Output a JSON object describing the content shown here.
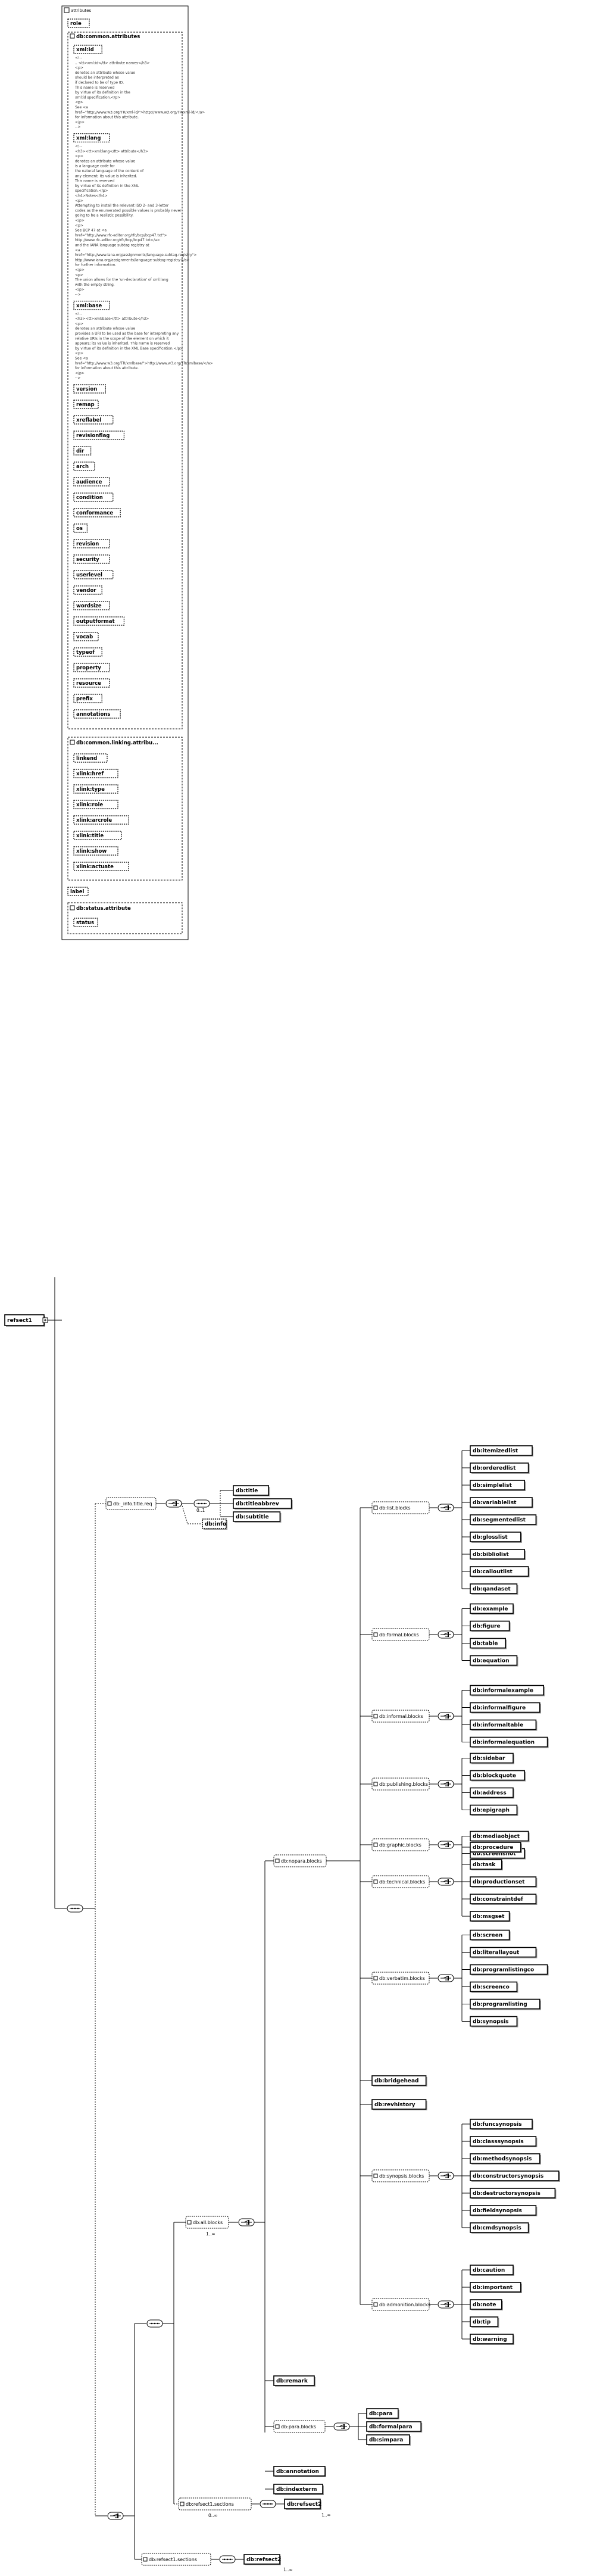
{
  "root_element": "refsect1",
  "attributes_label": "attributes",
  "attr_top": [
    "role"
  ],
  "common_group": {
    "title": "db:common.attributes",
    "items": [
      {
        "name": "xml:id",
        "anno": [
          "<!-- ",
          ".. <tt>xml:id</tt> attribute names</h3>",
          "<p>",
          "denotes an attribute whose value",
          "should be interpreted as",
          "if declared to be of type ID.",
          "This name is reserved",
          "by virtue of its definition in the",
          "xml:id specification.</p>",
          "<p>",
          "See <a",
          "href=\"http://www.w3.org/TR/xml-id/\">http://www.w3.org/TR/xml-id/</a>",
          "for information about this attribute.",
          "</p>",
          "-->"
        ]
      },
      {
        "name": "xml:lang",
        "anno": [
          "<!-- ",
          "<h3><tt>xml:lang</tt> attribute</h3>",
          "<p>",
          "denotes an attribute whose value",
          "is a language code for",
          "the natural language of the content of",
          "any element; its value is inherited.",
          "This name is reserved",
          "by virtue of its definition in the XML",
          "specification.</p>",
          "<h4>Notes</h4>",
          "<p>",
          "Attempting to install the relevant ISO 2- and 3-letter",
          "codes as the enumerated possible values is probably never",
          "going to be a realistic possibility.",
          "</p>",
          "<p>",
          "See BCP 47 at <a",
          "href=\"http://www.rfc-editor.org/rfc/bcp/bcp47.txt\">",
          "http://www.rfc-editor.org/rfc/bcp/bcp47.txt</a>",
          "and the IANA language subtag registry at",
          "<a",
          "href=\"http://www.iana.org/assignments/language-subtag-registry\">",
          "http://www.iana.org/assignments/language-subtag-registry</a>",
          "for further information.",
          "</p>",
          "<p>",
          "The union allows for the 'un-declaration' of xml:lang",
          "with the empty string.",
          "</p>",
          "-->"
        ]
      },
      {
        "name": "xml:base",
        "anno": [
          "<!-- ",
          "<h3><tt>xml:base</tt> attribute</h3>",
          "<p>",
          "denotes an attribute whose value",
          "provides a URI to be used as the base for interpreting any",
          "relative URIs in the scope of the element on which it",
          "appears; its value is inherited.  This name is reserved",
          "by virtue of its definition in the XML Base specification.</p>",
          "<p>",
          "See <a",
          "href=\"http://www.w3.org/TR/xmlbase/\">http://www.w3.org/TR/xmlbase/</a>",
          "for information about this attribute.",
          "</p>",
          "-->"
        ]
      },
      {
        "name": "version"
      },
      {
        "name": "remap"
      },
      {
        "name": "xreflabel"
      },
      {
        "name": "revisionflag"
      },
      {
        "name": "dir"
      },
      {
        "name": "arch"
      },
      {
        "name": "audience"
      },
      {
        "name": "condition"
      },
      {
        "name": "conformance"
      },
      {
        "name": "os"
      },
      {
        "name": "revision"
      },
      {
        "name": "security"
      },
      {
        "name": "userlevel"
      },
      {
        "name": "vendor"
      },
      {
        "name": "wordsize"
      },
      {
        "name": "outputformat"
      },
      {
        "name": "vocab"
      },
      {
        "name": "typeof"
      },
      {
        "name": "property"
      },
      {
        "name": "resource"
      },
      {
        "name": "prefix"
      },
      {
        "name": "annotations"
      }
    ]
  },
  "linking_group": {
    "title": "db:common.linking.attribu...",
    "items": [
      "linkend",
      "xlink:href",
      "xlink:type",
      "xlink:role",
      "xlink:arcrole",
      "xlink:title",
      "xlink:show",
      "xlink:actuate"
    ]
  },
  "attr_label": "label",
  "status_group": {
    "title": "db:status.attribute",
    "items": [
      "status"
    ]
  },
  "info": {
    "group": "db:_info.title.req",
    "occ": "0..1",
    "title_items": [
      "db:title",
      "db:titleabbrev",
      "db:subtitle"
    ],
    "info_item": "db:info"
  },
  "all_blocks": "db:all.blocks",
  "nopara": "db:nopara.blocks",
  "nopara_groups": [
    {
      "name": "db:list.blocks",
      "items": [
        "db:itemizedlist",
        "db:orderedlist",
        "db:simplelist",
        "db:variablelist",
        "db:segmentedlist",
        "db:glosslist",
        "db:bibliolist",
        "db:calloutlist",
        "db:qandaset"
      ]
    },
    {
      "name": "db:formal.blocks",
      "items": [
        "db:example",
        "db:figure",
        "db:table",
        "db:equation"
      ]
    },
    {
      "name": "db:informal.blocks",
      "items": [
        "db:informalexample",
        "db:informalfigure",
        "db:informaltable",
        "db:informalequation"
      ]
    },
    {
      "name": "db:publishing.blocks",
      "items": [
        "db:sidebar",
        "db:blockquote",
        "db:address",
        "db:epigraph"
      ]
    },
    {
      "name": "db:graphic.blocks",
      "items": [
        "db:mediaobject",
        "db:screenshot"
      ]
    },
    {
      "name": "db:technical.blocks",
      "items": [
        "db:procedure",
        "db:task",
        "db:productionset",
        "db:constraintdef",
        "db:msgset"
      ]
    },
    {
      "name": "db:verbatim.blocks",
      "items": [
        "db:screen",
        "db:literallayout",
        "db:programlistingco",
        "db:screenco",
        "db:programlisting",
        "db:synopsis"
      ]
    },
    {
      "name": "db:bridgehead",
      "items": [],
      "single": true
    },
    {
      "name": "db:revhistory",
      "items": [],
      "single": true
    },
    {
      "name": "db:synopsis.blocks",
      "items": [
        "db:funcsynopsis",
        "db:classsynopsis",
        "db:methodsynopsis",
        "db:constructorsynopsis",
        "db:destructorsynopsis",
        "db:fieldsynopsis",
        "db:cmdsynopsis"
      ]
    },
    {
      "name": "db:admonition.blocks",
      "items": [
        "db:caution",
        "db:important",
        "db:note",
        "db:tip",
        "db:warning"
      ]
    }
  ],
  "remark": "db:remark",
  "para_blocks": {
    "name": "db:para.blocks",
    "items": [
      "db:para",
      "db:formalpara",
      "db:simpara"
    ]
  },
  "annotation": "db:annotation",
  "indexterm": "db:indexterm",
  "refsect1_sections": {
    "name": "db:refsect1.sections",
    "item": "db:refsect2",
    "occ": "1..∞"
  },
  "refsect1_sections2": {
    "name": "db:refsect1.sections",
    "item": "db:refsect2",
    "occ": "1..∞"
  },
  "occ_all": "1..∞",
  "occ_inf": "0..∞"
}
